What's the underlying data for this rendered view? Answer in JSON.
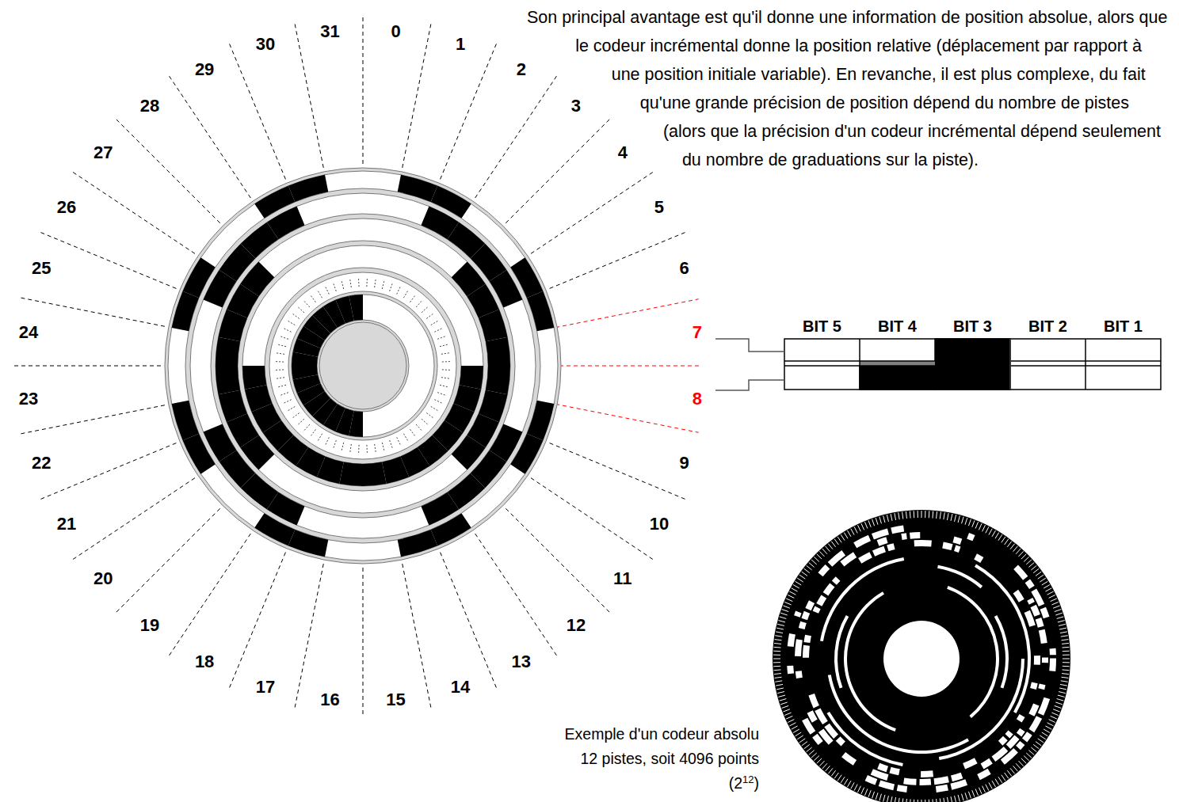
{
  "diagram": {
    "labels": [
      "Son principal avantage est qu'il donne une information de position absolue, alors que le codeur incrémental donne la position relative (déplacement par rapport à une position initiale variable). En revanche, il est plus complexe, du fait qu'une grande précision de position dépend du nombre de pistes (alors que la précision d'un codeur incrémental dépend seulement du nombre de graduations sur la piste).",
      "0",
      "1",
      "2",
      "3",
      "4",
      "5",
      "6",
      "7",
      "8",
      "9",
      "10",
      "11",
      "12",
      "13",
      "14",
      "15",
      "16",
      "17",
      "18",
      "19",
      "20",
      "21",
      "22",
      "23",
      "24",
      "25",
      "26",
      "27",
      "28",
      "29",
      "30",
      "31",
      "BIT 5",
      "BIT 4",
      "BIT 3",
      "BIT 2",
      "BIT 1",
      "Exemple d'un codeur absolu 12 pistes, soit 4096 points (2",
      "12",
      ")"
    ]
  }
}
